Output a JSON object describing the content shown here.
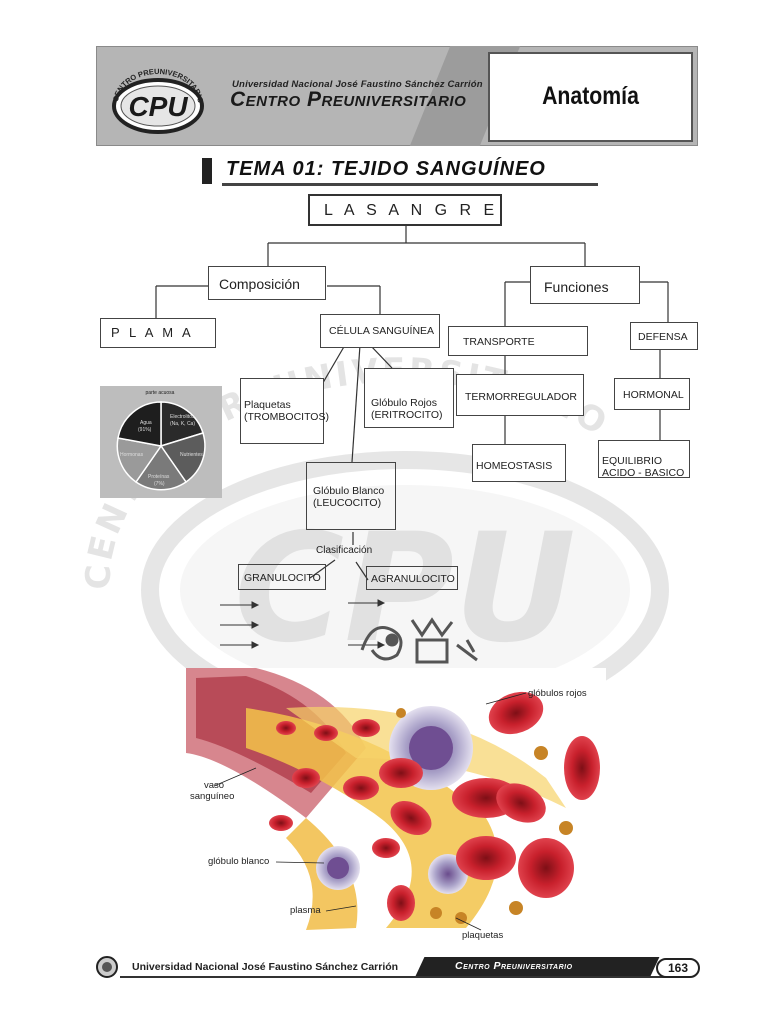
{
  "header": {
    "logo_arc": "CENTRO PREUNIVERSITARIO",
    "logo_text": "CPU",
    "university": "Universidad Nacional José Faustino Sánchez Carrión",
    "center": "Centro Preuniversitario",
    "subject": "Anatomía"
  },
  "topic": "TEMA 01: TEJIDO SANGUÍNEO",
  "diagram": {
    "root": "L A S A N G R E",
    "composicion": "Composición",
    "funciones": "Funciones",
    "plasma": "P L A M A",
    "celula": "CÉLULA SANGUÍNEA",
    "transporte": "TRANSPORTE",
    "defensa": "DEFENSA",
    "plaquetas_1": "Plaquetas",
    "plaquetas_2": "(TROMBOCITOS)",
    "rojos_1": "Glóbulo Rojos",
    "rojos_2": "(ERITROCITO)",
    "termo": "TERMORREGULADOR",
    "hormonal": "HORMONAL",
    "homeo": "HOMEOSTASIS",
    "equilibrio_1": "EQUILIBRIO",
    "equilibrio_2": "ACIDO - BASICO",
    "blanco_1": "Glóbulo Blanco",
    "blanco_2": "(LEUCOCITO)",
    "clasificacion": "Clasificación",
    "granulocito": "GRANULOCITO",
    "agranulocito": "AGRANULOCITO"
  },
  "pie": {
    "title": "parte acuosa",
    "slices": [
      {
        "label": "Agua",
        "sub": "(91%)"
      },
      {
        "label": "Electrolitos",
        "sub": "(Na, K, Ca)"
      },
      {
        "label": "Nutrientes",
        "sub": ""
      },
      {
        "label": "Proteínas",
        "sub": "(7%)"
      },
      {
        "label": "Hormonas",
        "sub": ""
      }
    ]
  },
  "watermark": {
    "arc": "CENTRO PREUNIVERSITARIO",
    "big": "CPU"
  },
  "illustration": {
    "globulos_rojos": "glóbulos rojos",
    "vaso_1": "vaso",
    "vaso_2": "sanguíneo",
    "globulo_blanco": "glóbulo blanco",
    "plasma": "plasma",
    "plaquetas": "plaquetas"
  },
  "footer": {
    "university": "Universidad Nacional José Faustino Sánchez Carrión",
    "center": "Centro Preuniversitario",
    "page": "163"
  }
}
